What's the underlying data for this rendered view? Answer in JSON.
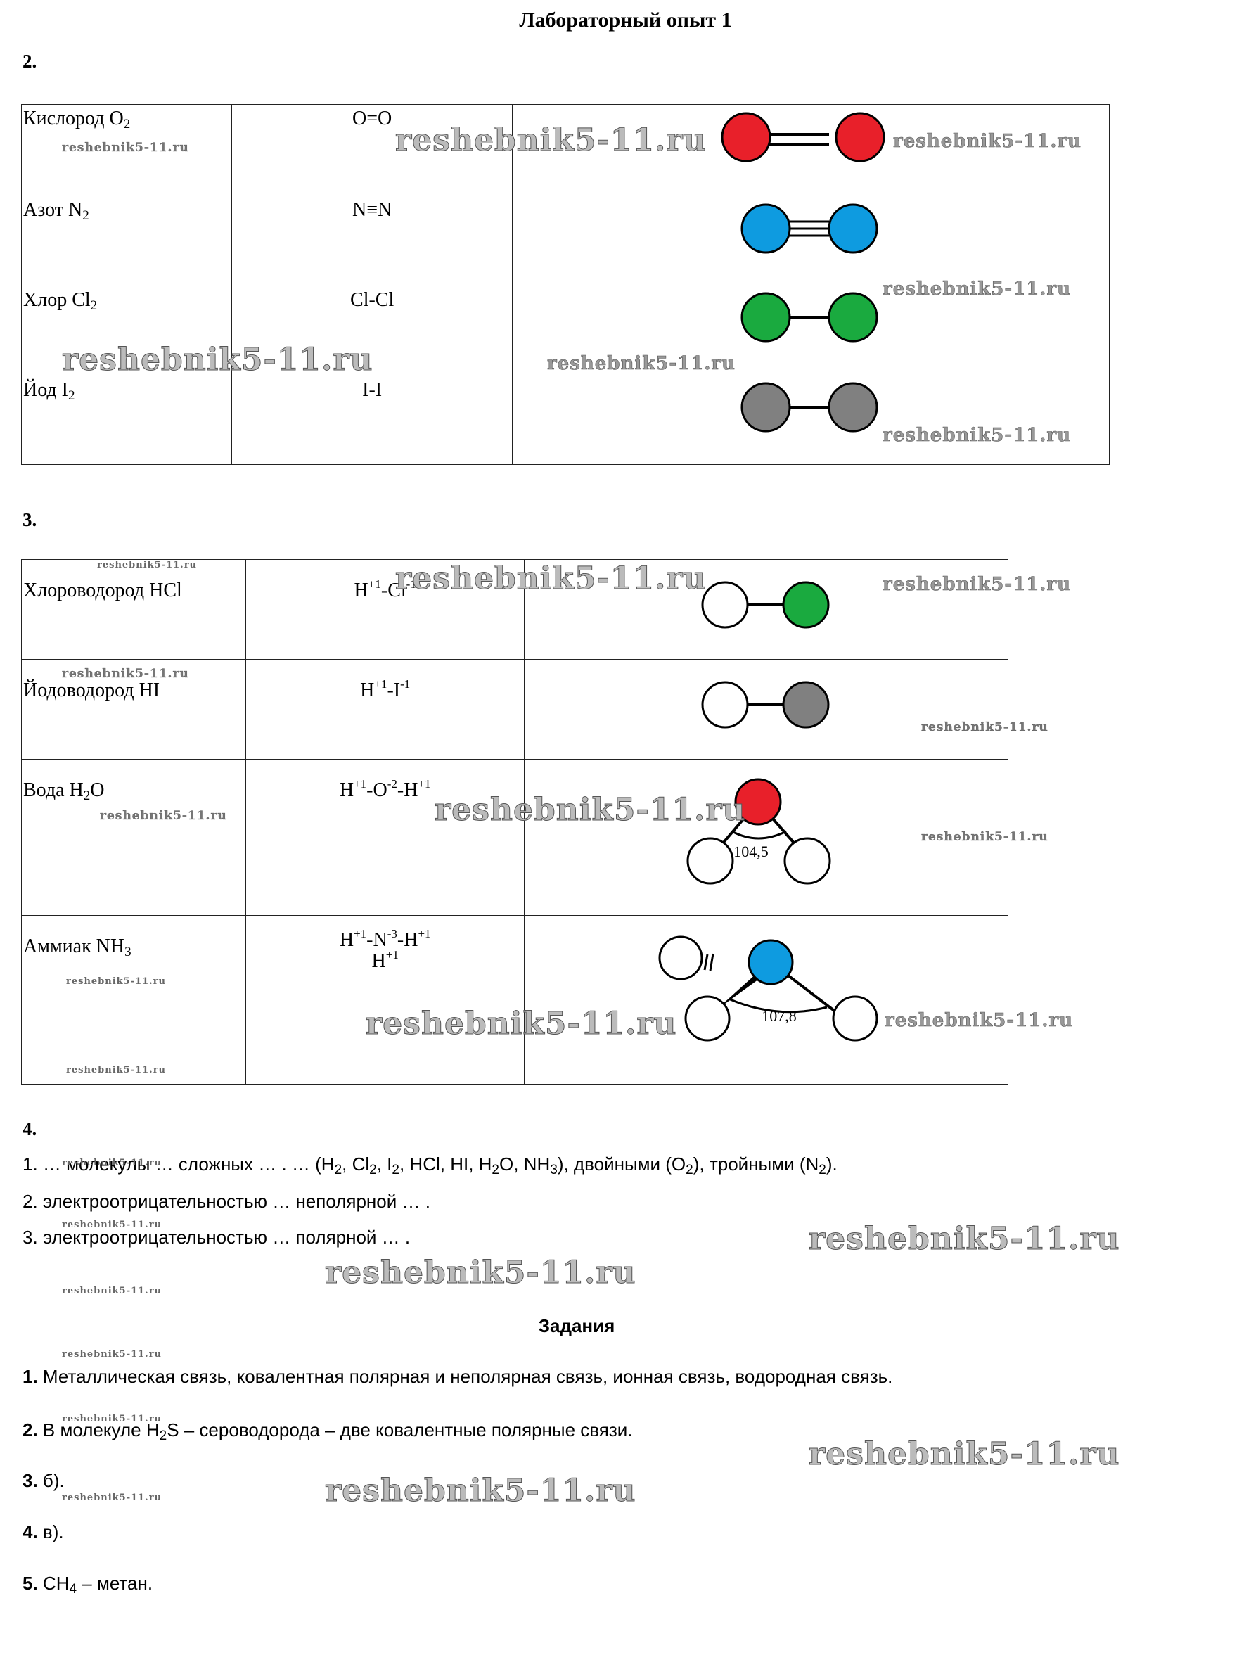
{
  "title": "Лабораторный опыт 1",
  "section2": {
    "label": "2.",
    "rows": [
      {
        "name": "Кислород O",
        "sub": "2",
        "formula": "O=O"
      },
      {
        "name": "Азот N",
        "sub": "2",
        "formula": "N≡N"
      },
      {
        "name": "Хлор Cl",
        "sub": "2",
        "formula": "Cl-Cl"
      },
      {
        "name": "Йод I",
        "sub": "2",
        "formula": "I-I"
      }
    ]
  },
  "section3": {
    "label": "3.",
    "rows": [
      {
        "name": "Хлороводород HCl"
      },
      {
        "name": "Йодоводород HI"
      },
      {
        "name": "Вода H",
        "sub": "2",
        "name_tail": "O",
        "angle": "104,5"
      },
      {
        "name": "Аммиак NH",
        "sub": "3",
        "angle": "107,8"
      }
    ]
  },
  "section4": {
    "label": "4.",
    "line1": {
      "a": "1. … молекулы … сложных … . … (H",
      "b": ", Cl",
      "c": ", I",
      "d": ", HCl, HI, H",
      "e": "O, NH",
      "f": "), двойными (O",
      "g": "), тройными (N",
      "h": ")."
    },
    "line2": "2. электроотрицательностью … неполярной … .",
    "line3": "3. электроотрицательностью … полярной … ."
  },
  "tasks": {
    "heading": "Задания",
    "t1_num": "1.",
    "t1": " Металлическая связь, ковалентная полярная и неполярная связь, ионная связь, водородная связь.",
    "t2_num": "2.",
    "t2a": " В молекуле H",
    "t2b": "S – сероводорода – две ковалентные полярные связи.",
    "t3_num": "3.",
    "t3": " б).",
    "t4_num": "4.",
    "t4": " в).",
    "t5_num": "5.",
    "t5a": " CH",
    "t5b": " – метан."
  },
  "watermark": "reshebnik5-11.ru",
  "colors": {
    "oxygen": "#e8202a",
    "nitrogen": "#0e9be0",
    "chlorine": "#1aaa3f",
    "iodine": "#808080",
    "hydrogen": "#ffffff"
  }
}
